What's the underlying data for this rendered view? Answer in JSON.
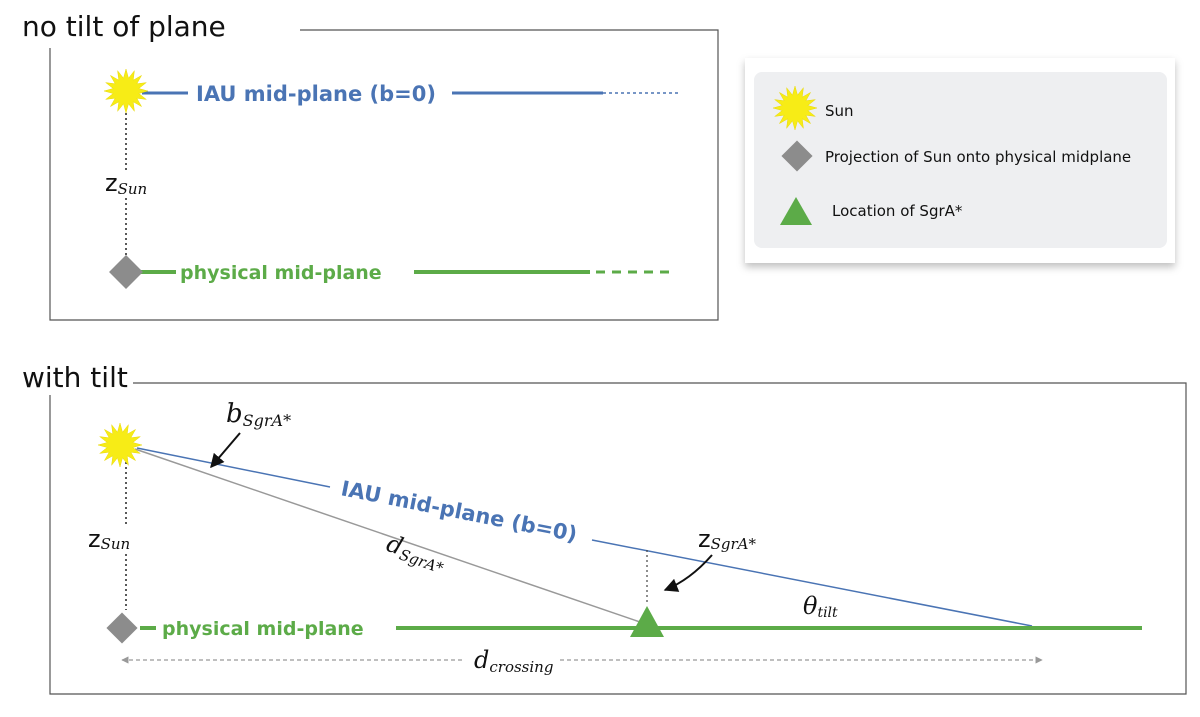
{
  "top_panel": {
    "title": "no tilt of plane",
    "iau_label": "IAU mid-plane (b=0)",
    "physical_label": "physical mid-plane",
    "z_sun_main": "z",
    "z_sun_sub": "Sun"
  },
  "bottom_panel": {
    "title": "with tilt",
    "iau_label": "IAU mid-plane (b=0)",
    "physical_label": "physical mid-plane",
    "b_main": "b",
    "b_sub": "SgrA*",
    "d_main": "d",
    "d_sub": "SgrA*",
    "z_sgra_main": "z",
    "z_sgra_sub": "SgrA*",
    "z_sun_main": "z",
    "z_sun_sub": "Sun",
    "theta_main": "θ",
    "theta_sub": "tilt",
    "dcross_main": "d",
    "dcross_sub": "crossing"
  },
  "legend": {
    "items": [
      {
        "symbol": "sun-icon",
        "label": "Sun"
      },
      {
        "symbol": "diamond-icon",
        "label": "Projection of Sun onto physical midplane"
      },
      {
        "symbol": "triangle-icon",
        "label": "Location of SgrA*"
      }
    ]
  },
  "colors": {
    "iau_blue": "#4a74b4",
    "physical_green": "#5cab48",
    "sun_yellow": "#f7ec16",
    "diamond_gray": "#8c8c8c",
    "legend_bg": "#eeeff1"
  }
}
